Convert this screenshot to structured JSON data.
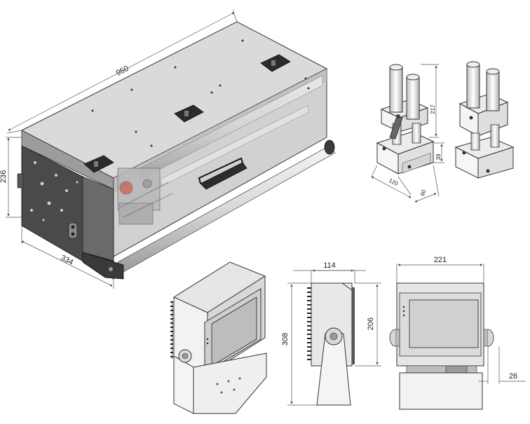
{
  "dimensions": {
    "length": "950",
    "height": "236",
    "depth": "334",
    "bracket_height": "217",
    "bracket_base_height": "39",
    "bracket_width": "120",
    "bracket_depth": "60",
    "controller_depth": "114",
    "controller_height": "308",
    "controller_body_height": "206",
    "controller_width": "221",
    "controller_knob": "26"
  }
}
